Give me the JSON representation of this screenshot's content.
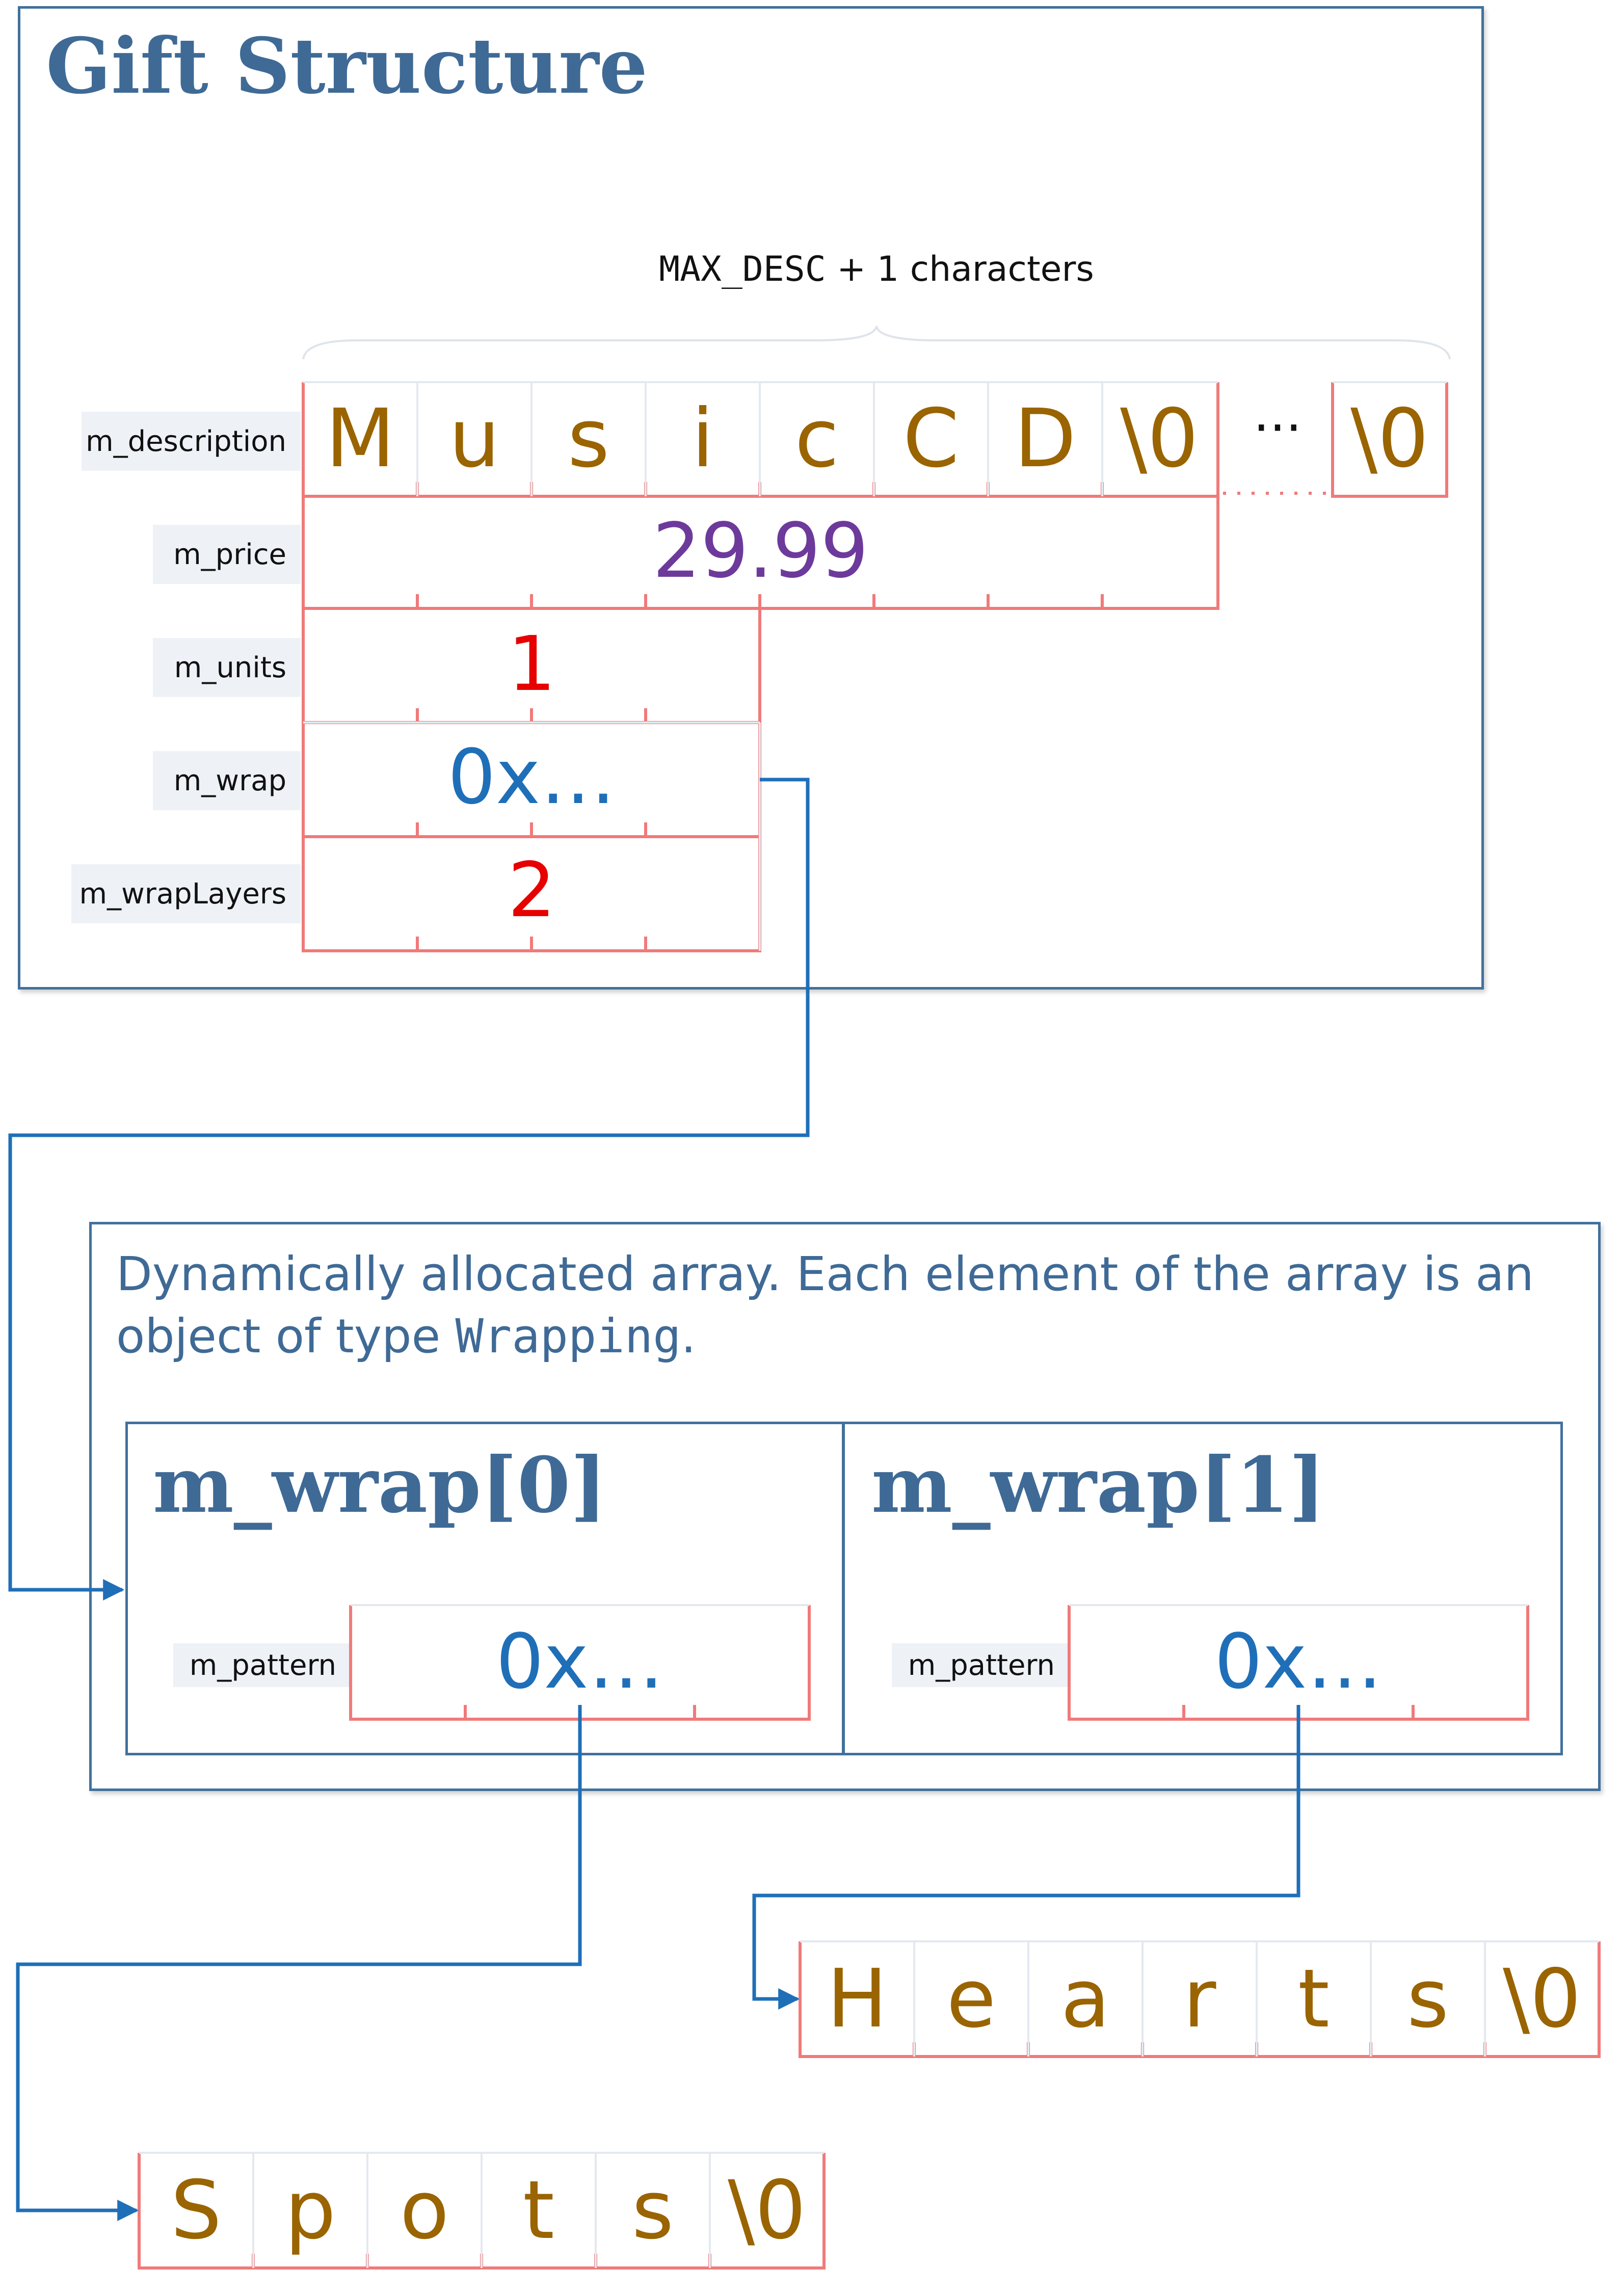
{
  "gift": {
    "title": "Gift Structure",
    "size_label_mono": "MAX_DESC",
    "size_label_rest": " + 1 characters",
    "fields": {
      "description": {
        "label": "m_description",
        "chars": [
          "M",
          "u",
          "s",
          "i",
          "c",
          "C",
          "D",
          "\\0",
          "\\0"
        ],
        "ellipsis": "···"
      },
      "price": {
        "label": "m_price",
        "value": "29.99"
      },
      "units": {
        "label": "m_units",
        "value": "1"
      },
      "wrap": {
        "label": "m_wrap",
        "value": "0x…"
      },
      "wrapLayers": {
        "label": "m_wrapLayers",
        "value": "2"
      }
    }
  },
  "array": {
    "caption_before": "Dynamically allocated array. Each element of the array is an object of type ",
    "caption_type": "Wrapping",
    "caption_after": ".",
    "elements": [
      {
        "title": "m_wrap[0]",
        "field_label": "m_pattern",
        "value": "0x…"
      },
      {
        "title": "m_wrap[1]",
        "field_label": "m_pattern",
        "value": "0x…"
      }
    ]
  },
  "strings": {
    "hearts": [
      "H",
      "e",
      "a",
      "r",
      "t",
      "s",
      "\\0"
    ],
    "spots": [
      "S",
      "p",
      "o",
      "t",
      "s",
      "\\0"
    ]
  },
  "colors": {
    "frame": "#41719c",
    "connector": "#1f6fb8",
    "cell_divider": "#f07a7a",
    "char_text": "#9a6400",
    "price_text": "#6d3a9c",
    "int_text": "#e60000",
    "pointer_text": "#1f6fb8"
  }
}
